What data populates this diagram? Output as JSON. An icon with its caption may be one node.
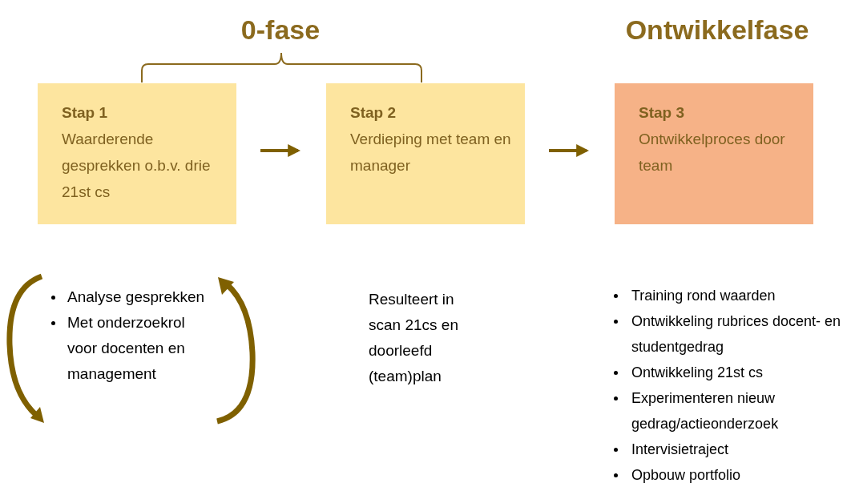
{
  "diagram": {
    "nodes": [
      {
        "text": [
          "Stap 1",
          "Waarderende gesprekken o.b.v. drie 21st cs"
        ]
      },
      {
        "text": [
          "Stap 2",
          "Verdieping met team en manager"
        ]
      },
      {
        "text": [
          "Stap 3",
          "Ontwikkelproces door team"
        ]
      }
    ],
    "edges": [
      {
        "from": 0,
        "to": 1,
        "arrow": "to"
      },
      {
        "from": 1,
        "to": 2,
        "arrow": "to"
      }
    ],
    "labels": [
      "0-fase",
      "Ontwikkelfase",
      "Analyse gesprekken",
      "Met onderzoekrol voor docenten en management",
      "Resulteert in scan 21cs en doorleefd (team)plan",
      "Training rond waarden",
      "Ontwikkeling rubrices docent- en studentgedrag",
      "Ontwikkeling 21st cs",
      "Experimenteren nieuw gedrag/actieonderzoek",
      "Intervisietraject",
      "Opbouw portfolio"
    ]
  }
}
